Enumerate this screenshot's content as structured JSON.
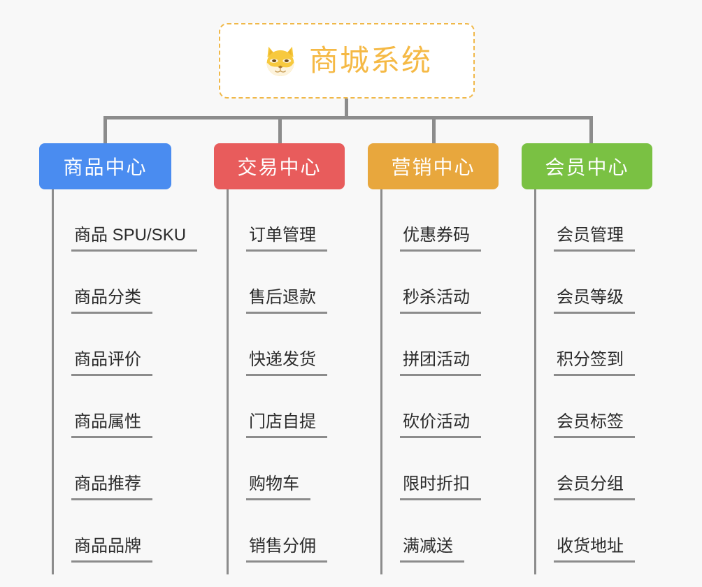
{
  "page": {
    "background_color": "#f8f8f8",
    "line_color": "#8c8c8c"
  },
  "root": {
    "title": "商城系统",
    "icon": "shiba-dog-face-icon",
    "title_color": "#f5b945",
    "border_color": "#f0b849",
    "background_color": "#ffffff"
  },
  "branches": [
    {
      "label": "商品中心",
      "color": "#4a8cf0",
      "items": [
        "商品 SPU/SKU",
        "商品分类",
        "商品评价",
        "商品属性",
        "商品推荐",
        "商品品牌"
      ]
    },
    {
      "label": "交易中心",
      "color": "#e85c5c",
      "items": [
        "订单管理",
        "售后退款",
        "快递发货",
        "门店自提",
        "购物车",
        "销售分佣"
      ]
    },
    {
      "label": "营销中心",
      "color": "#e8a73d",
      "items": [
        "优惠券码",
        "秒杀活动",
        "拼团活动",
        "砍价活动",
        "限时折扣",
        "满减送"
      ]
    },
    {
      "label": "会员中心",
      "color": "#7ac143",
      "items": [
        "会员管理",
        "会员等级",
        "积分签到",
        "会员标签",
        "会员分组",
        "收货地址"
      ]
    }
  ]
}
